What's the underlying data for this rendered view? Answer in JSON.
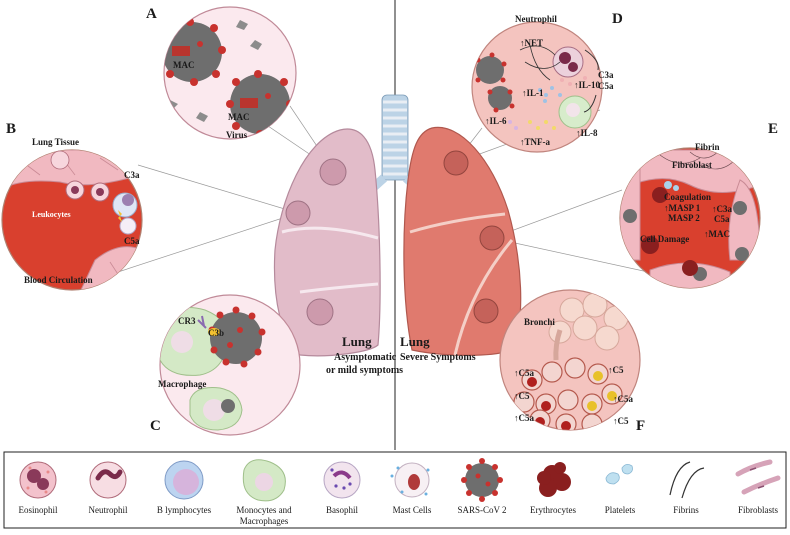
{
  "panels": {
    "a": {
      "letter": "A",
      "mac1": "MAC",
      "mac2": "MAC",
      "virus": "Virus"
    },
    "b": {
      "letter": "B",
      "lung_tissue": "Lung Tissue",
      "leukocytes": "Leukocytes",
      "c3a": "C3a",
      "c5a": "C5a",
      "blood": "Blood Circulation"
    },
    "c": {
      "letter": "C",
      "cr3": "CR3",
      "c3b": "C3b",
      "macrophage": "Macrophage"
    },
    "d": {
      "letter": "D",
      "neutrophil": "Neutrophil",
      "net": "↑NET",
      "c3a": "C3a",
      "c5a": "C5a",
      "il10": "↑IL-10",
      "il1": "↑IL-1",
      "il6": "↑IL-6",
      "il8": "↑IL-8",
      "tnf": "↑TNF-a"
    },
    "e": {
      "letter": "E",
      "fibrin": "Fibrin",
      "fibroblast": "Fibroblast",
      "coagulation": "Coagulation",
      "masp1": "↑MASP 1",
      "masp2": "MASP 2",
      "c3a": "↑C3a",
      "c5a": "C5a",
      "cell_damage": "Cell Damage",
      "mac": "↑MAC"
    },
    "f": {
      "letter": "F",
      "bronchi": "Bronchi",
      "c5a_1": "↑C5a",
      "c5_1": "↑C5",
      "c5_2": "↑C5",
      "c5a_2": "↑C5a",
      "c5a_3": "↑C5a",
      "c5_3": "↑C5"
    }
  },
  "lungs": {
    "left_title": "Lung",
    "left_sub1": "Asymptomatic",
    "left_sub2": "or mild symptoms",
    "right_title": "Lung",
    "right_sub": "Severe Symptoms"
  },
  "legend": [
    {
      "label": "Eosinophil"
    },
    {
      "label": "Neutrophil"
    },
    {
      "label": "B lymphocytes"
    },
    {
      "label": "Monocytes and",
      "label2": "Macrophages"
    },
    {
      "label": "Basophil"
    },
    {
      "label": "Mast Cells"
    },
    {
      "label": "SARS-CoV 2"
    },
    {
      "label": "Erythrocytes"
    },
    {
      "label": "Platelets"
    },
    {
      "label": "Fibrins"
    },
    {
      "label": "Fibroblasts"
    }
  ],
  "colors": {
    "lung_mild": "#e2bcc9",
    "lung_severe": "#e07a6e",
    "virus": "#7a7a7a",
    "spike": "#c8322e",
    "blood": "#d9402e",
    "tissue": "#f1b9c1"
  }
}
